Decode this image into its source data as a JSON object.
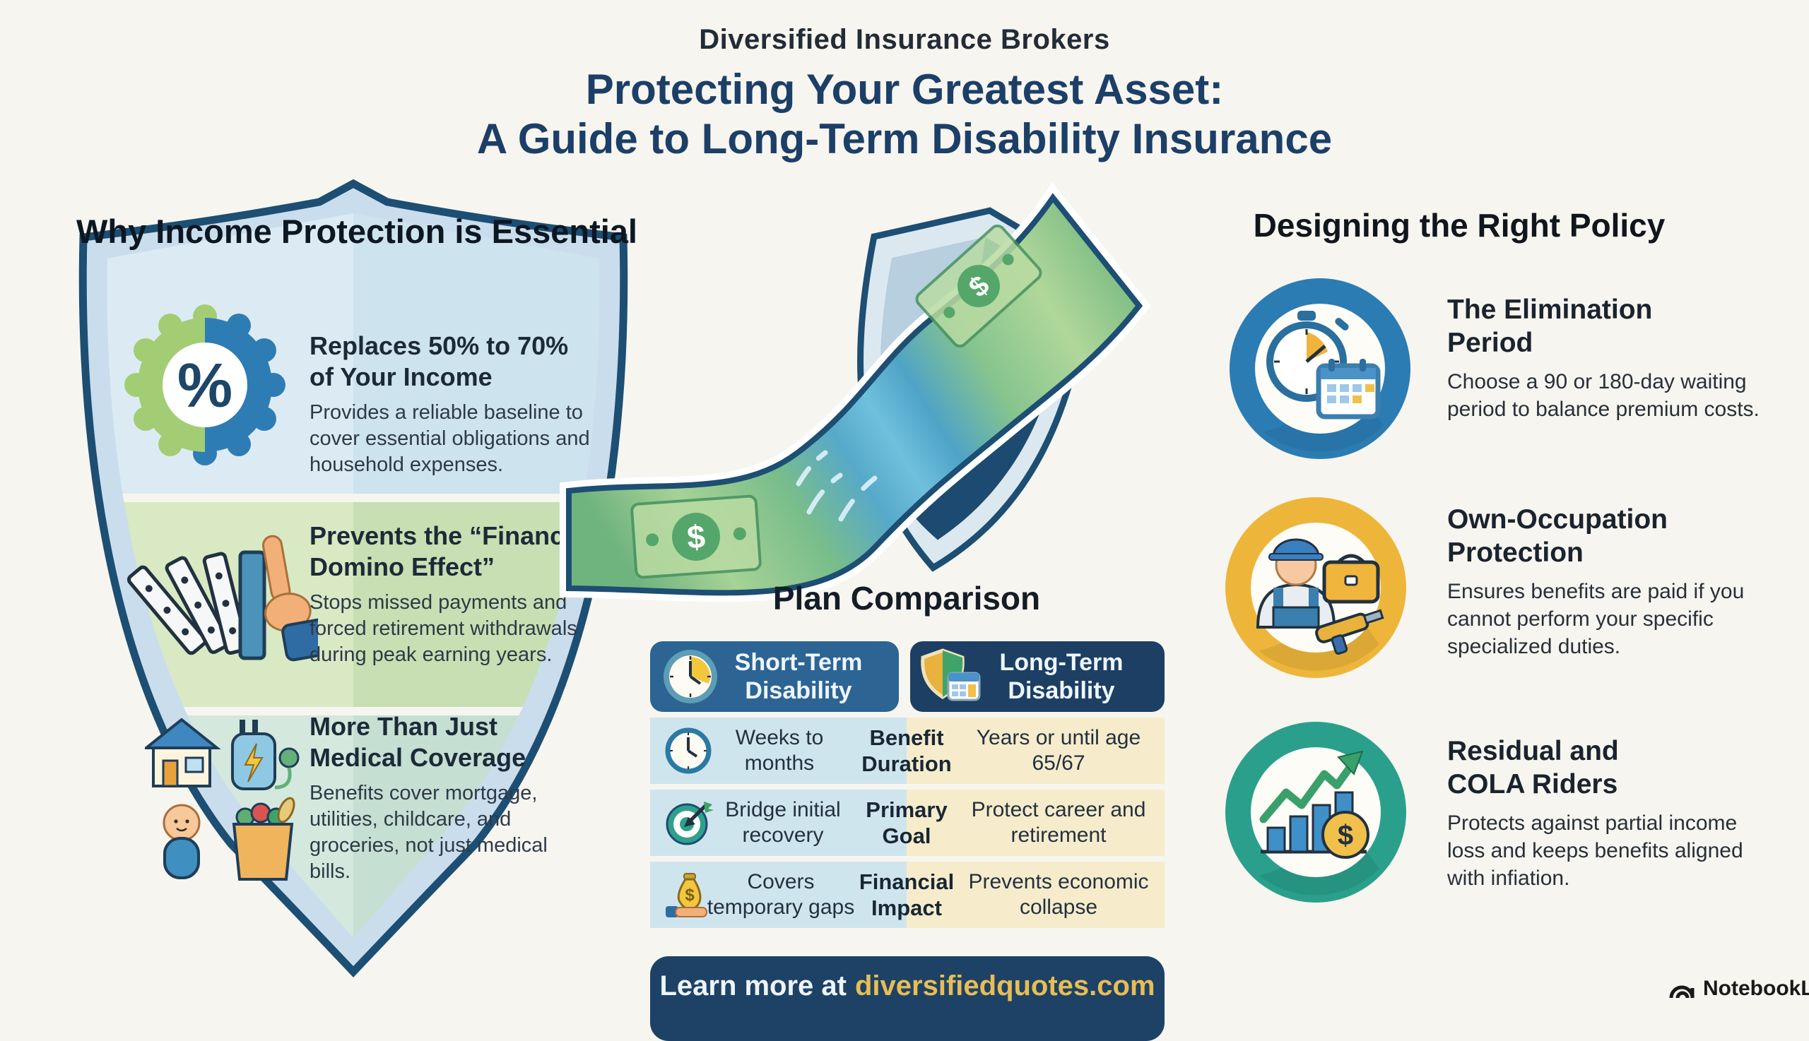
{
  "header": {
    "brand": "Diversified Insurance Brokers",
    "title_line1": "Protecting Your Greatest Asset:",
    "title_line2": "A Guide to Long-Term Disability Insurance"
  },
  "left_panel": {
    "heading": "Why Income Protection is Essential",
    "items": [
      {
        "heading": "Replaces 50% to 70% of Your Income",
        "body": "Provides a reliable baseline to cover essential obligations and household expenses."
      },
      {
        "heading": "Prevents the “Financial Domino Effect”",
        "body": "Stops missed payments and forced retirement withdrawals during peak earning years."
      },
      {
        "heading": "More Than Just Medical Coverage",
        "body": "Benefits cover mortgage, utilities, childcare, and groceries, not just medical bills."
      }
    ]
  },
  "center": {
    "comparison_heading": "Plan Comparison",
    "table": {
      "columns": [
        "Short-Term Disability",
        "Long-Term Disability"
      ],
      "rows": [
        {
          "left": "Weeks to months",
          "label": "Benefit Duration",
          "right": "Years or until age 65/67"
        },
        {
          "left": "Bridge initial recovery",
          "label": "Primary Goal",
          "right": "Protect career and retirement"
        },
        {
          "left": "Covers temporary gaps",
          "label": "Financial Impact",
          "right": "Prevents economic collapse"
        }
      ]
    },
    "banner": {
      "prefix": "Learn more at",
      "domain": "diversifiedquotes.com"
    }
  },
  "right_panel": {
    "heading": "Designing the Right Policy",
    "items": [
      {
        "heading": "The Elimination Period",
        "body": "Choose a 90 or 180-day waiting period to balance premium costs.",
        "ring_color": "#2b7cb3"
      },
      {
        "heading": "Own-Occupation Protection",
        "body": "Ensures benefits are paid if you cannot perform your specific specialized duties.",
        "ring_color": "#edb63a"
      },
      {
        "heading": "Residual and COLA Riders",
        "body": "Protects against partial income loss and keeps benefits aligned with infiation.",
        "ring_color": "#2aa08c"
      }
    ]
  },
  "icons": {
    "percent_glyph": "%",
    "dollar_glyph": "$"
  },
  "watermark": "NotebookLM",
  "colors": {
    "background": "#f7f5ef",
    "title_navy": "#1c3f68",
    "shield_outline": "#1d4e73",
    "section_blue": "#d9eaf2",
    "section_green": "#d6e8c2",
    "section_teal": "#d2e7dc",
    "table_header_left": "#2c6494",
    "table_header_right": "#1c3f63",
    "cell_blue": "#cfe5ee",
    "cell_cream": "#f6eccb",
    "banner_navy": "#1d4265",
    "domain_gold": "#e8bd55"
  }
}
